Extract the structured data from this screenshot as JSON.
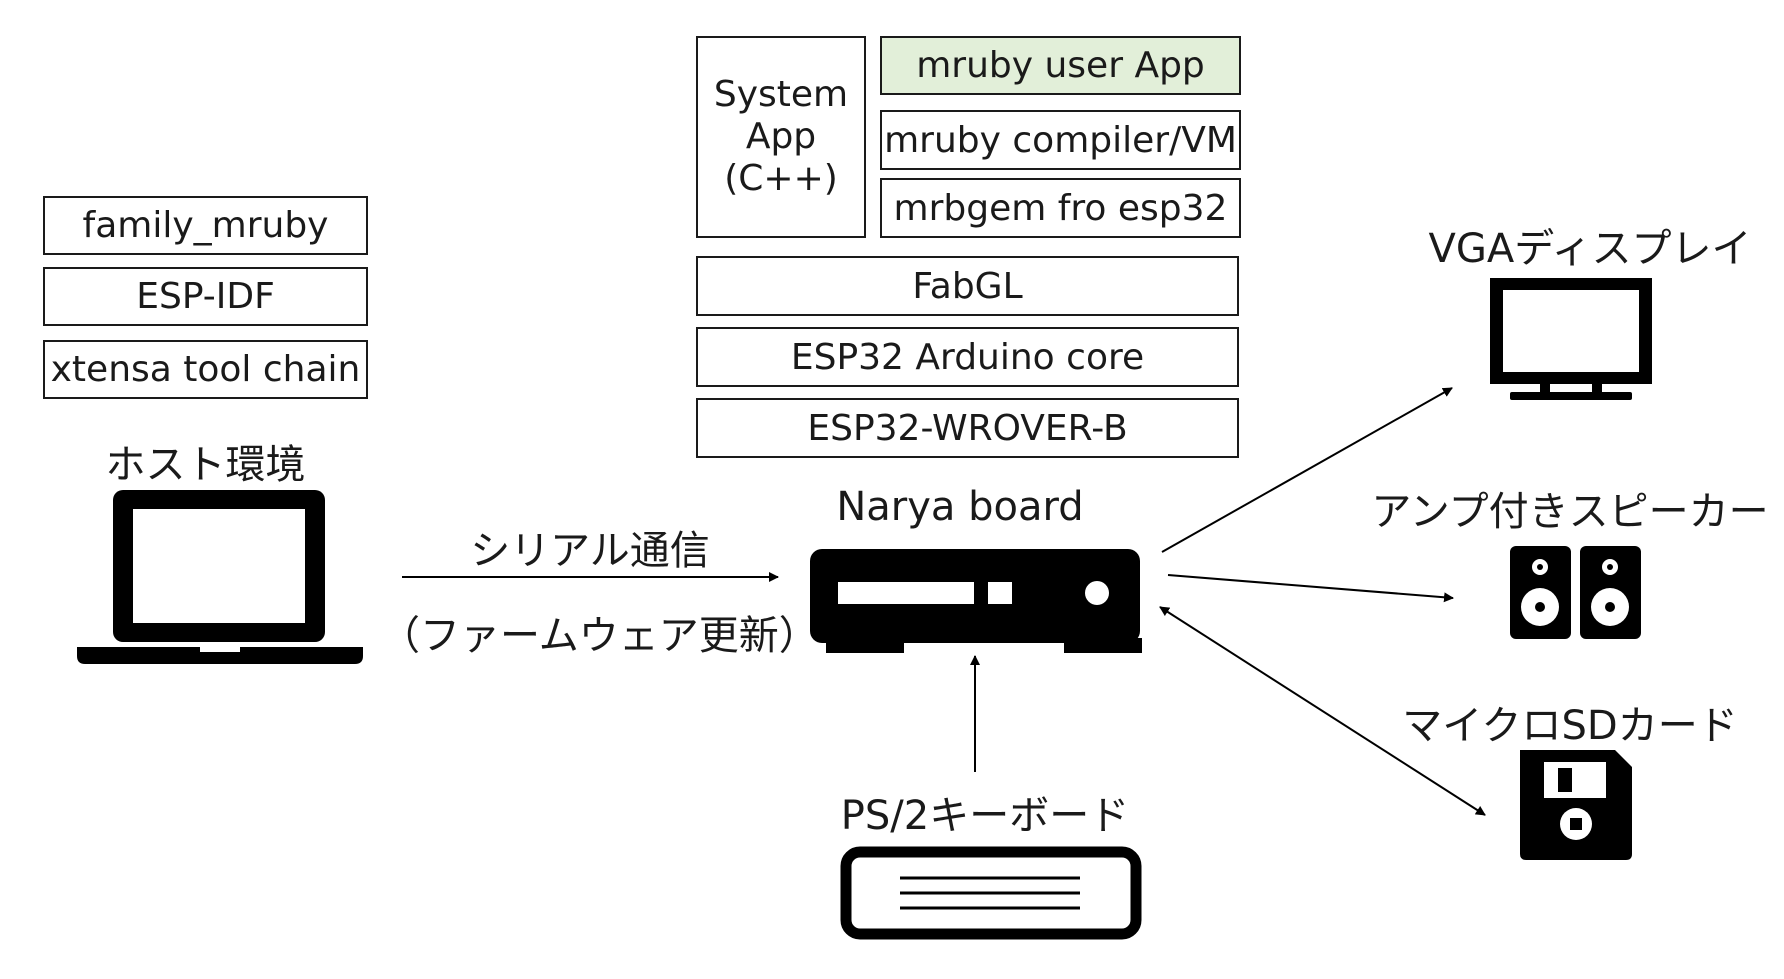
{
  "host": {
    "stack": [
      "family_mruby",
      "ESP-IDF",
      "xtensa tool chain"
    ],
    "label": "ホスト環境",
    "icon": "laptop-icon"
  },
  "connection": {
    "label_line1": "シリアル通信",
    "label_line2": "（ファームウェア更新）"
  },
  "board": {
    "label": "Narya board",
    "icon": "board-device-icon",
    "stack": {
      "system_app": [
        "System",
        "App",
        "(C++)"
      ],
      "user_app": "mruby user App",
      "compiler": "mruby compiler/VM",
      "mrbgem": "mrbgem fro esp32",
      "fabgl": "FabGL",
      "arduino": "ESP32 Arduino core",
      "module": "ESP32-WROVER-B"
    },
    "highlight_color": "#e2efd9"
  },
  "peripherals": {
    "vga": {
      "label": "VGAディスプレイ",
      "icon": "monitor-icon"
    },
    "speaker": {
      "label": "アンプ付きスピーカー",
      "icon": "speaker-icon"
    },
    "sdcard": {
      "label": "マイクロSDカード",
      "icon": "sd-card-icon"
    },
    "keyboard": {
      "label": "PS/2キーボード",
      "icon": "keyboard-icon"
    }
  }
}
